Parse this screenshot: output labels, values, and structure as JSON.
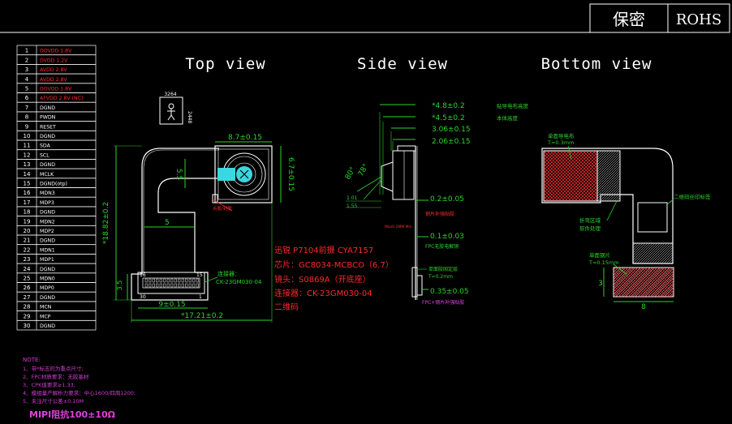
{
  "header": {
    "confidential": "保密",
    "rohs": "ROHS"
  },
  "views": {
    "top": "Top view",
    "side": "Side view",
    "bottom": "Bottom view"
  },
  "pin_table": [
    {
      "no": "1",
      "name": "DOVDD 1.8V",
      "color": "#ff2a2a"
    },
    {
      "no": "2",
      "name": "DVDD 1.2V",
      "color": "#ff2a2a"
    },
    {
      "no": "3",
      "name": "AVDD 2.8V",
      "color": "#ff2a2a"
    },
    {
      "no": "4",
      "name": "AVDD 2.8V",
      "color": "#ff2a2a"
    },
    {
      "no": "5",
      "name": "DOVDD 1.8V",
      "color": "#ff2a2a"
    },
    {
      "no": "6",
      "name": "AFVDD 2.8V (NC)",
      "color": "#ff2a2a"
    },
    {
      "no": "7",
      "name": "DGND",
      "color": "#ffffff"
    },
    {
      "no": "8",
      "name": "PWDN",
      "color": "#ffffff"
    },
    {
      "no": "9",
      "name": "RESET",
      "color": "#ffffff"
    },
    {
      "no": "10",
      "name": "DGND",
      "color": "#ffffff"
    },
    {
      "no": "11",
      "name": "SDA",
      "color": "#ffffff"
    },
    {
      "no": "12",
      "name": "SCL",
      "color": "#ffffff"
    },
    {
      "no": "13",
      "name": "DGND",
      "color": "#ffffff"
    },
    {
      "no": "14",
      "name": "MCLK",
      "color": "#ffffff"
    },
    {
      "no": "15",
      "name": "DGND(otp)",
      "color": "#ffffff"
    },
    {
      "no": "16",
      "name": "MDN3",
      "color": "#ffffff"
    },
    {
      "no": "17",
      "name": "MDP3",
      "color": "#ffffff"
    },
    {
      "no": "18",
      "name": "DGND",
      "color": "#ffffff"
    },
    {
      "no": "19",
      "name": "MDN2",
      "color": "#ffffff"
    },
    {
      "no": "20",
      "name": "MDP2",
      "color": "#ffffff"
    },
    {
      "no": "21",
      "name": "DGND",
      "color": "#ffffff"
    },
    {
      "no": "22",
      "name": "MDN1",
      "color": "#ffffff"
    },
    {
      "no": "23",
      "name": "MDP1",
      "color": "#ffffff"
    },
    {
      "no": "24",
      "name": "DGND",
      "color": "#ffffff"
    },
    {
      "no": "25",
      "name": "MDN0",
      "color": "#ffffff"
    },
    {
      "no": "26",
      "name": "MDP0",
      "color": "#ffffff"
    },
    {
      "no": "27",
      "name": "DGND",
      "color": "#ffffff"
    },
    {
      "no": "28",
      "name": "MCN",
      "color": "#ffffff"
    },
    {
      "no": "29",
      "name": "MCP",
      "color": "#ffffff"
    },
    {
      "no": "30",
      "name": "DGND",
      "color": "#ffffff"
    }
  ],
  "notes": {
    "title": "NOTE:",
    "lines": [
      "1、带*标志的为重点尺寸;",
      "2、FPC材质要求：无胶基材",
      "3、CPK值要求≥1.33;",
      "4、模组量产解析力要求：中心1600/四周1200;",
      "5、未注尺寸公差±0.10M"
    ],
    "mipi": "MIPI阻抗100±10Ω"
  },
  "top_view": {
    "label_3264": "3264",
    "label_2448": "2448",
    "dim_top": "8.7±0.15",
    "dim_right": "6.7±0.15",
    "dim_left": "5.5",
    "dim_height": "*18.82±0.2",
    "dim_5": "5",
    "dim_35": "3.5",
    "dim_9": "9±0.15",
    "dim_width": "*17.21±0.2",
    "connector_label": "连接器：",
    "connector_part": "CK-23GM030-04",
    "pin16": "16",
    "pin30": "30",
    "pin15": "15",
    "pin1": "1",
    "red_note": "点胶/封胶",
    "spec_lines": [
      "迅锐 P7104前摄 CYA7157",
      "芯片：GC8034-MCBCO（6.7）",
      "镜头：S0869A（开底座）",
      "连接器：CK-23GM030-04",
      "二维码"
    ]
  },
  "side_view": {
    "dim_48": "*4.8±0.2",
    "dim_45": "*4.5±0.2",
    "dim_306": "3.06±0.15",
    "dim_206": "2.06±0.15",
    "note_48": "贴导电布高度",
    "note_45": "本体高度",
    "angle1": "80°",
    "angle2": "78°",
    "dim_101": "1.01",
    "dim_155": "1.55",
    "dim_02": "0.2±0.05",
    "dim_01": "0.1±0.03",
    "dim_035": "0.35±0.05",
    "note_stiff": "钢片补强贴胶",
    "note_fpc": "FPC无胶电解铜",
    "note_conn": "单面胶固定层",
    "note_t": "T=0.2mm",
    "note_pink": "FPC+钢片补强贴胶",
    "note_small": "Max0.2MM Min"
  },
  "bottom_view": {
    "note_top": "单面导电布",
    "note_t": "T=0.3mm",
    "note_qr": "二维码丝印标签",
    "note_fold": "折弯区域",
    "note_soft": "软件处理",
    "note_steel": "单面钢片",
    "note_t2": "T=0.15mm",
    "dim_3": "3",
    "dim_8": "8"
  }
}
